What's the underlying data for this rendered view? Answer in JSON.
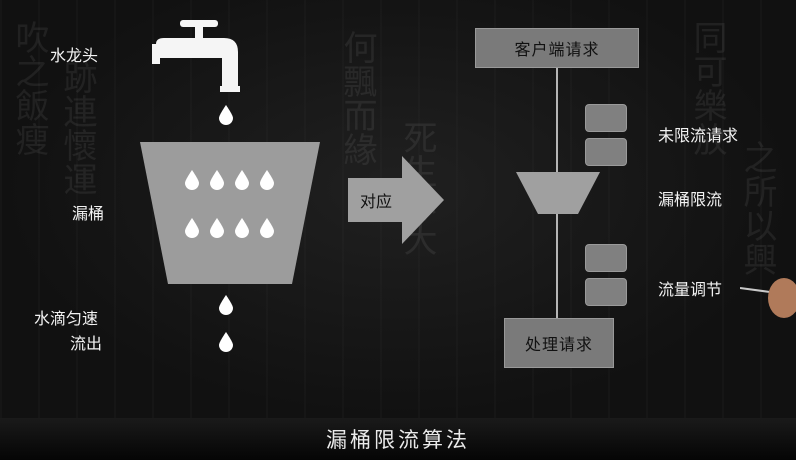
{
  "left_labels": {
    "faucet": "水龙头",
    "bucket": "漏桶",
    "drip_line1": "水滴匀速",
    "drip_line2": "流出"
  },
  "arrow_label": "对应",
  "right_diagram": {
    "client_request": "客户端请求",
    "unlimited_request": "未限流请求",
    "bucket_limit": "漏桶限流",
    "flow_control": "流量调节",
    "process_request": "处理请求"
  },
  "footer_title": "漏桶限流算法",
  "colors": {
    "background": "#111111",
    "box_fill": "#7a7a7a",
    "drop": "#ffffff"
  }
}
